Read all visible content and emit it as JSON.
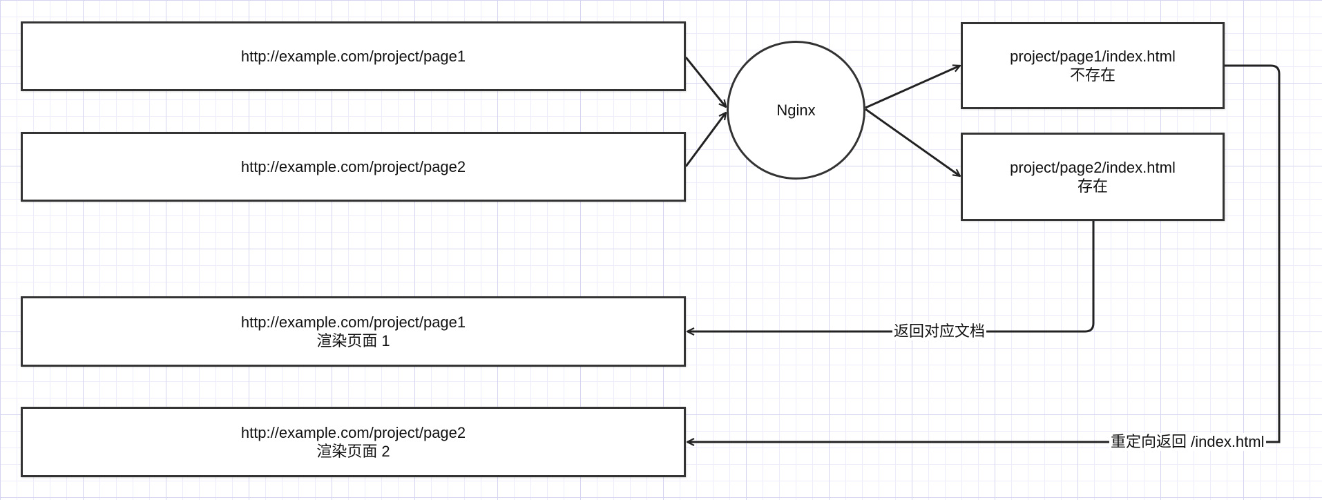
{
  "requests": {
    "page1": "http://example.com/project/page1",
    "page2": "http://example.com/project/page2"
  },
  "server": {
    "label": "Nginx"
  },
  "files": {
    "page1": {
      "path": "project/page1/index.html",
      "status": "不存在"
    },
    "page2": {
      "path": "project/page2/index.html",
      "status": "存在"
    }
  },
  "results": {
    "page1": {
      "url": "http://example.com/project/page1",
      "caption": "渲染页面 1"
    },
    "page2": {
      "url": "http://example.com/project/page2",
      "caption": "渲染页面 2"
    }
  },
  "edges": {
    "return_doc": "返回对应文档",
    "redirect_index": "重定向返回 /index.html"
  },
  "colors": {
    "stroke": "#333333",
    "grid_major": "#d4d4f0",
    "grid_minor": "#ececfa"
  }
}
